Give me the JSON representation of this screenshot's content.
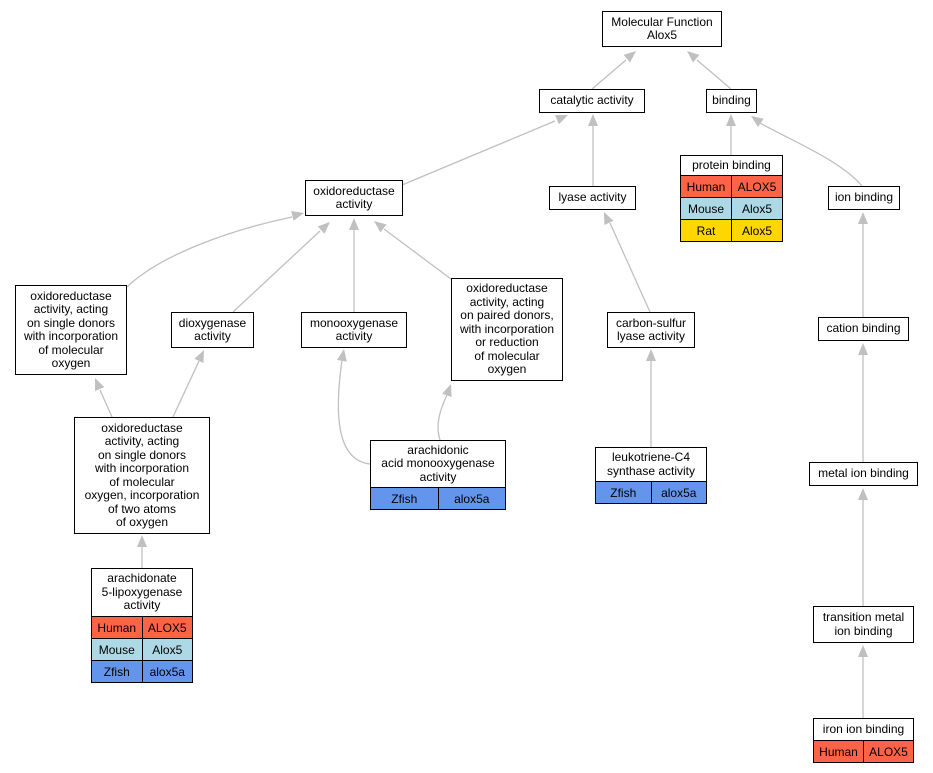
{
  "colors": {
    "edge": "#c0c0c0",
    "Human": "#ff6347",
    "Mouse": "#add8e6",
    "Rat": "#ffd700",
    "Zfish": "#6495ed"
  },
  "nodes": {
    "root": {
      "label": "Molecular Function\nAlox5",
      "rows": []
    },
    "catalytic": {
      "label": "catalytic activity",
      "rows": []
    },
    "binding": {
      "label": "binding",
      "rows": []
    },
    "oxidoreductase": {
      "label": "oxidoreductase\nactivity",
      "rows": []
    },
    "lyase": {
      "label": "lyase activity",
      "rows": []
    },
    "protein_binding": {
      "label": "protein binding",
      "rows": [
        {
          "species": "Human",
          "gene": "ALOX5"
        },
        {
          "species": "Mouse",
          "gene": "Alox5"
        },
        {
          "species": "Rat",
          "gene": "Alox5"
        }
      ]
    },
    "ion_binding": {
      "label": "ion binding",
      "rows": []
    },
    "ox_single": {
      "label": "oxidoreductase\nactivity, acting\non single donors\nwith incorporation\nof molecular\noxygen",
      "rows": []
    },
    "dioxygenase": {
      "label": "dioxygenase\nactivity",
      "rows": []
    },
    "monooxygenase": {
      "label": "monooxygenase\nactivity",
      "rows": []
    },
    "ox_paired": {
      "label": "oxidoreductase\nactivity, acting\non paired donors,\nwith incorporation\nor reduction\nof molecular\noxygen",
      "rows": []
    },
    "carbon_sulfur": {
      "label": "carbon-sulfur\nlyase activity",
      "rows": []
    },
    "cation_binding": {
      "label": "cation binding",
      "rows": []
    },
    "ox_two_atoms": {
      "label": "oxidoreductase\nactivity, acting\non single donors\nwith incorporation\nof molecular\noxygen, incorporation\nof two atoms\nof oxygen",
      "rows": []
    },
    "arachidonic_mono": {
      "label": "arachidonic\nacid monooxygenase\nactivity",
      "rows": [
        {
          "species": "Zfish",
          "gene": "alox5a"
        }
      ]
    },
    "leukotriene": {
      "label": "leukotriene-C4\nsynthase activity",
      "rows": [
        {
          "species": "Zfish",
          "gene": "alox5a"
        }
      ]
    },
    "metal_ion": {
      "label": "metal ion binding",
      "rows": []
    },
    "lipoxygenase": {
      "label": "arachidonate\n5-lipoxygenase\nactivity",
      "rows": [
        {
          "species": "Human",
          "gene": "ALOX5"
        },
        {
          "species": "Mouse",
          "gene": "Alox5"
        },
        {
          "species": "Zfish",
          "gene": "alox5a"
        }
      ]
    },
    "transition_metal": {
      "label": "transition metal\nion binding",
      "rows": []
    },
    "iron_ion": {
      "label": "iron ion binding",
      "rows": [
        {
          "species": "Human",
          "gene": "ALOX5"
        }
      ]
    }
  }
}
